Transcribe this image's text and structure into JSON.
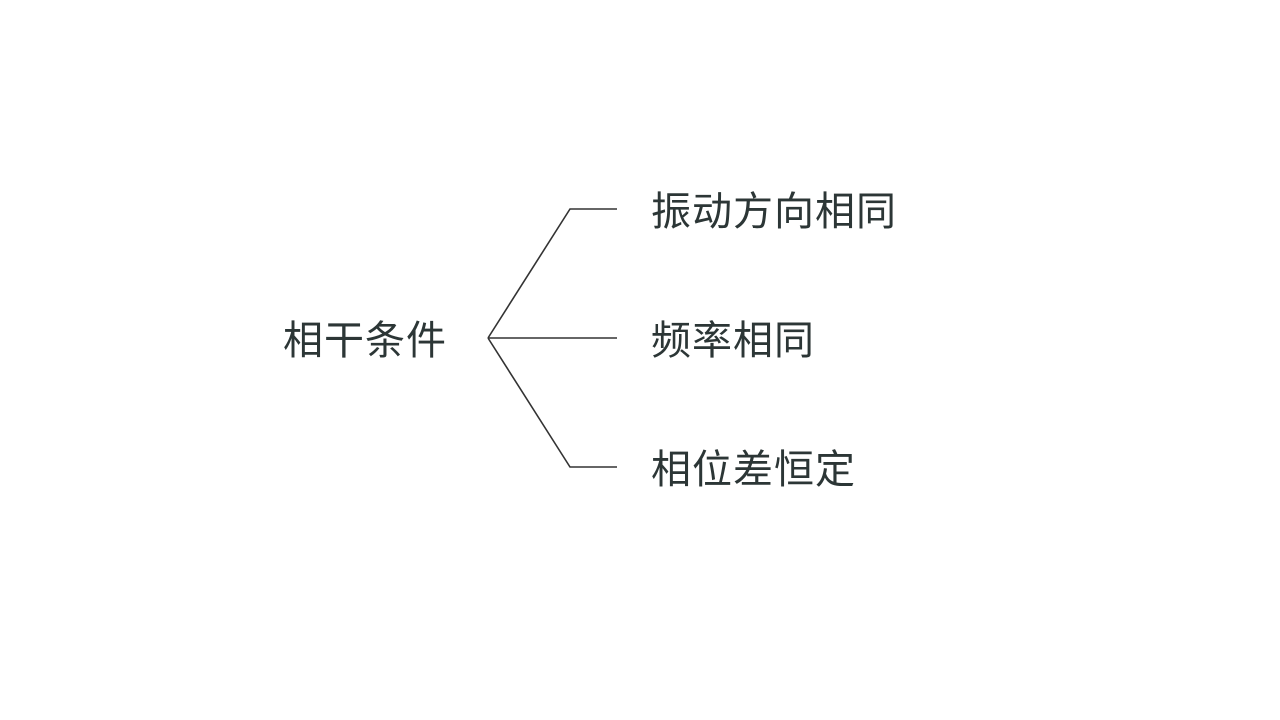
{
  "diagram": {
    "root": "相干条件",
    "branches": [
      "振动方向相同",
      "频率相同",
      "相位差恒定"
    ],
    "line_color": "#333333",
    "text_color": "#2c3636"
  }
}
